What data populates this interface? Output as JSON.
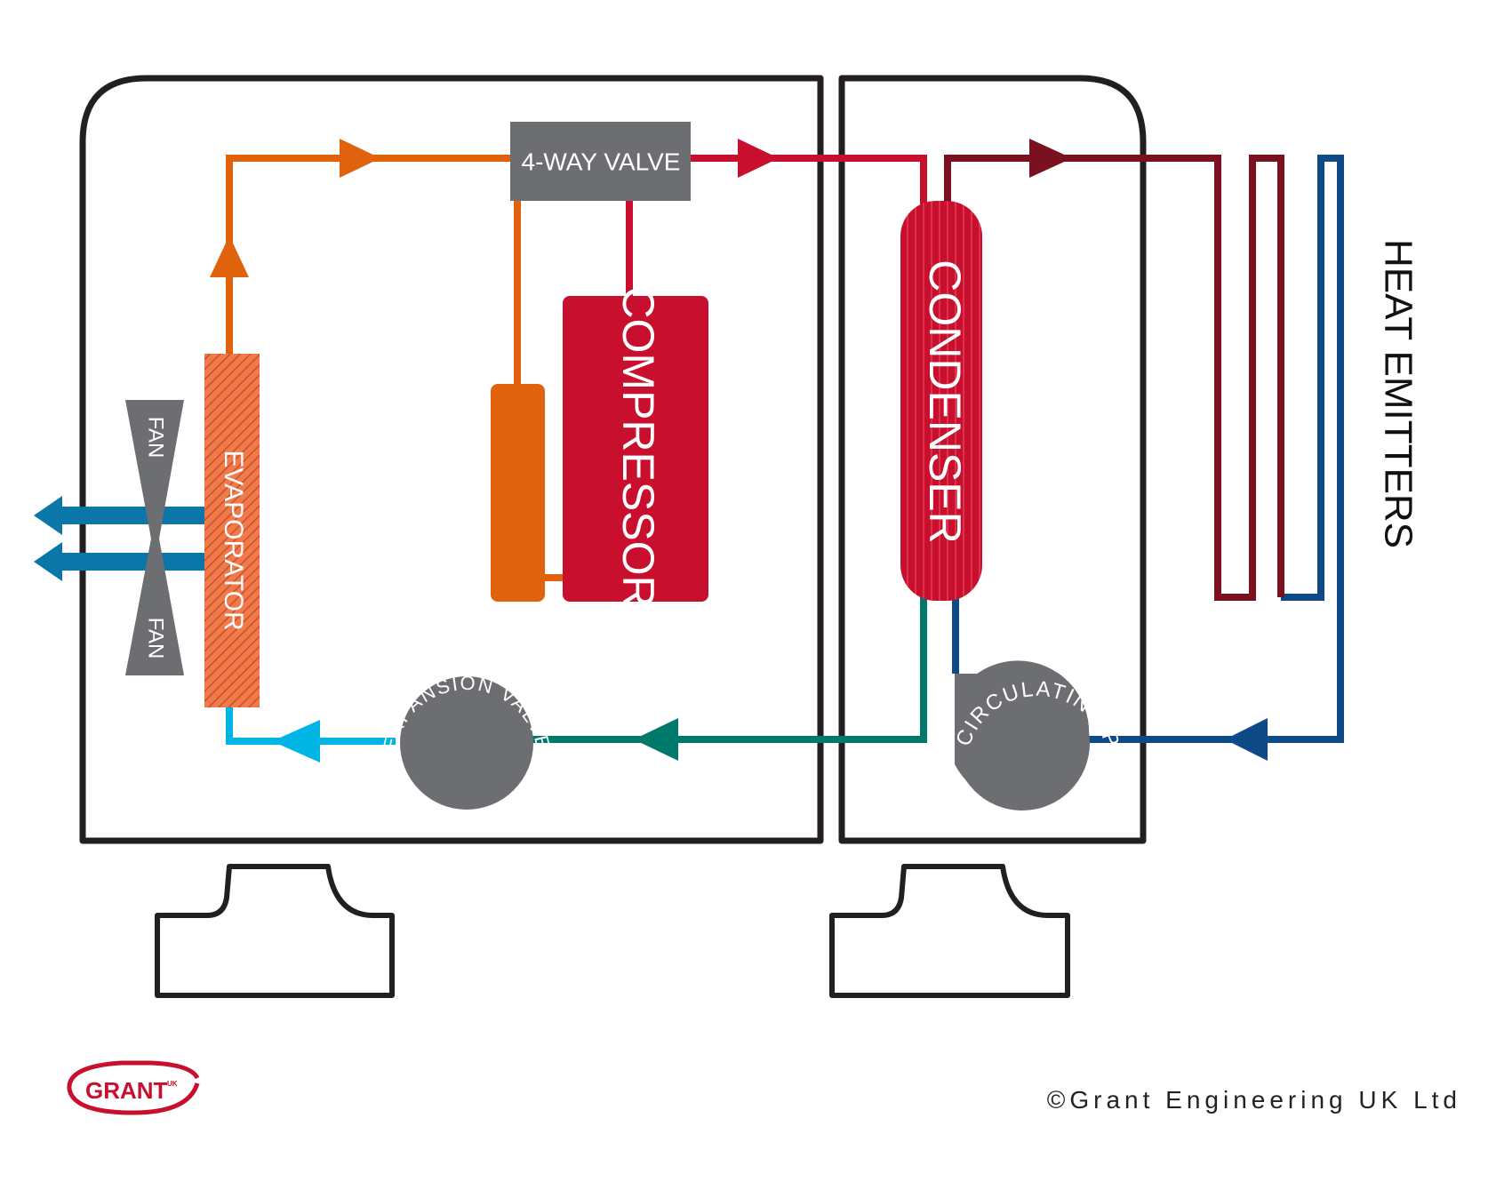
{
  "labels": {
    "four_way_valve": "4-WAY VALVE",
    "compressor": "COMPRESSOR",
    "condenser": "CONDENSER",
    "evaporator": "EVAPORATOR",
    "fan_top": "FAN",
    "fan_bottom": "FAN",
    "expansion_valve": "EXPANSION VALVE",
    "circulating_pump": "CIRCULATING PUMP",
    "heat_emitters": "HEAT EMITTERS"
  },
  "footer": {
    "copyright": "©Grant Engineering UK Ltd",
    "logo_text": "GRANT",
    "logo_sub": "UK"
  },
  "colors": {
    "outline": "#231f20",
    "orange": "#e0620d",
    "hot_red": "#c8102e",
    "dark_red": "#7b1120",
    "navy": "#0d4a87",
    "cyan": "#00b4e6",
    "teal": "#00786a",
    "air_blue": "#0b76a8",
    "grey": "#6d6e71",
    "evaporator_fill": "#e86a3d"
  }
}
